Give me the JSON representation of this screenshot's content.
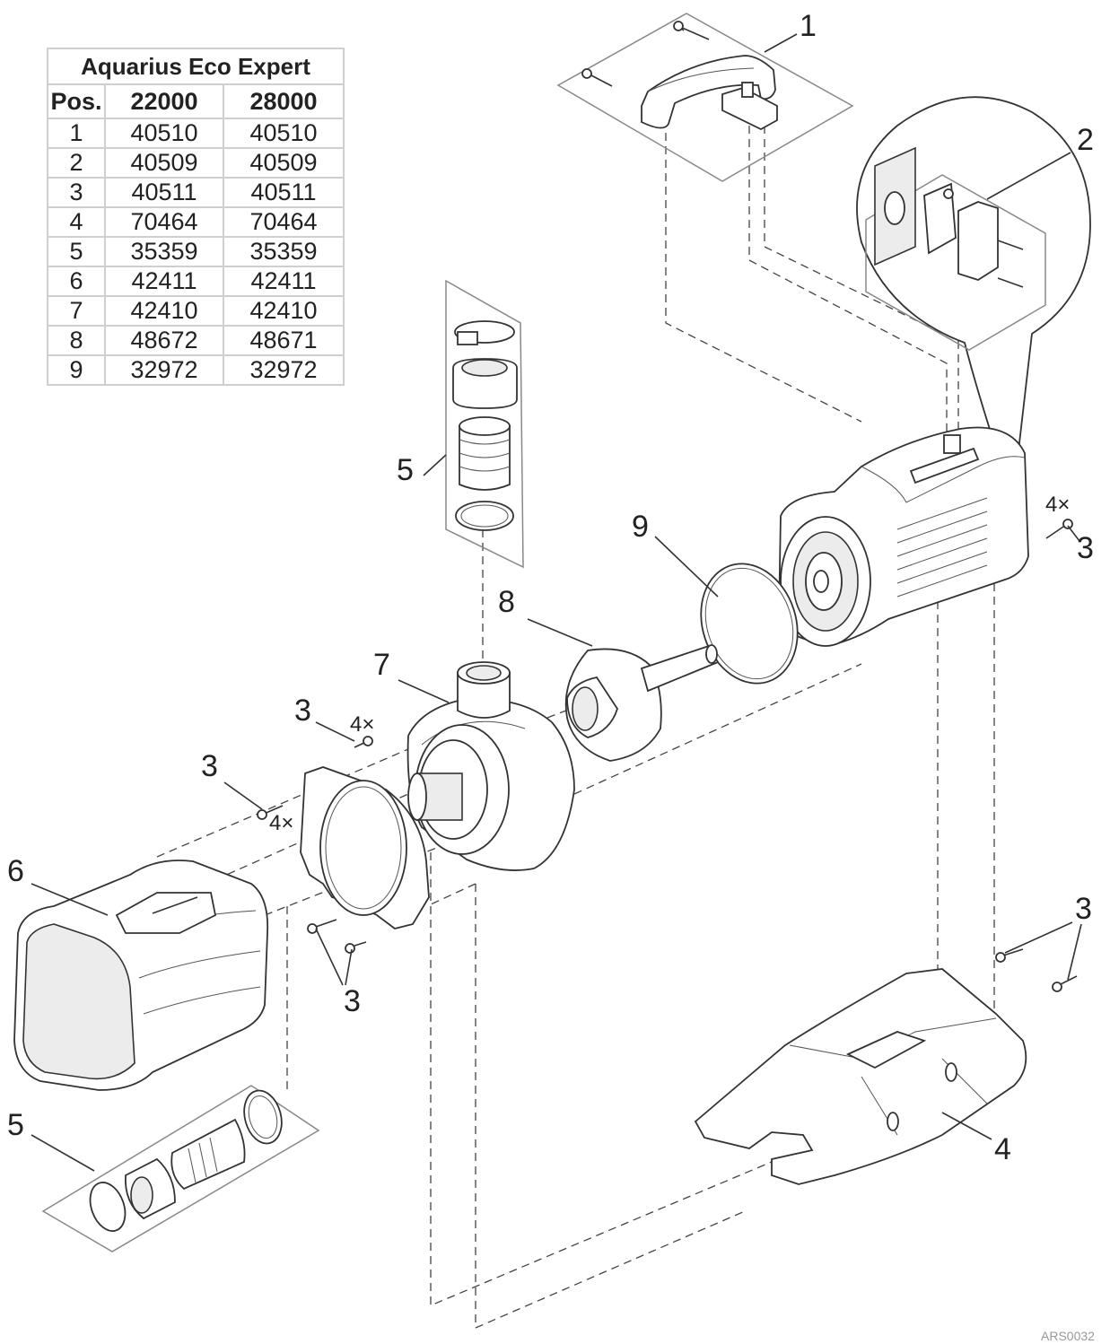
{
  "table": {
    "title": "Aquarius Eco Expert",
    "headers": [
      "Pos.",
      "22000",
      "28000"
    ],
    "rows": [
      [
        "1",
        "40510",
        "40510"
      ],
      [
        "2",
        "40509",
        "40509"
      ],
      [
        "3",
        "40511",
        "40511"
      ],
      [
        "4",
        "70464",
        "70464"
      ],
      [
        "5",
        "35359",
        "35359"
      ],
      [
        "6",
        "42411",
        "42411"
      ],
      [
        "7",
        "42410",
        "42410"
      ],
      [
        "8",
        "48672",
        "48671"
      ],
      [
        "9",
        "32972",
        "32972"
      ]
    ]
  },
  "callouts": {
    "handle": "1",
    "switch": "2",
    "screw_motor": "3",
    "screw_housing_top": "3",
    "screw_housing_left": "3",
    "screw_plate": "3",
    "screw_base": "3",
    "base": "4",
    "hose_top": "5",
    "hose_bottom": "5",
    "filter": "6",
    "pump_housing": "7",
    "impeller": "8",
    "oring": "9"
  },
  "quantities": {
    "motor_screws": "4×",
    "housing_screws_top": "4×",
    "housing_screws_left": "4×"
  },
  "drawing_code": "ARS0032"
}
